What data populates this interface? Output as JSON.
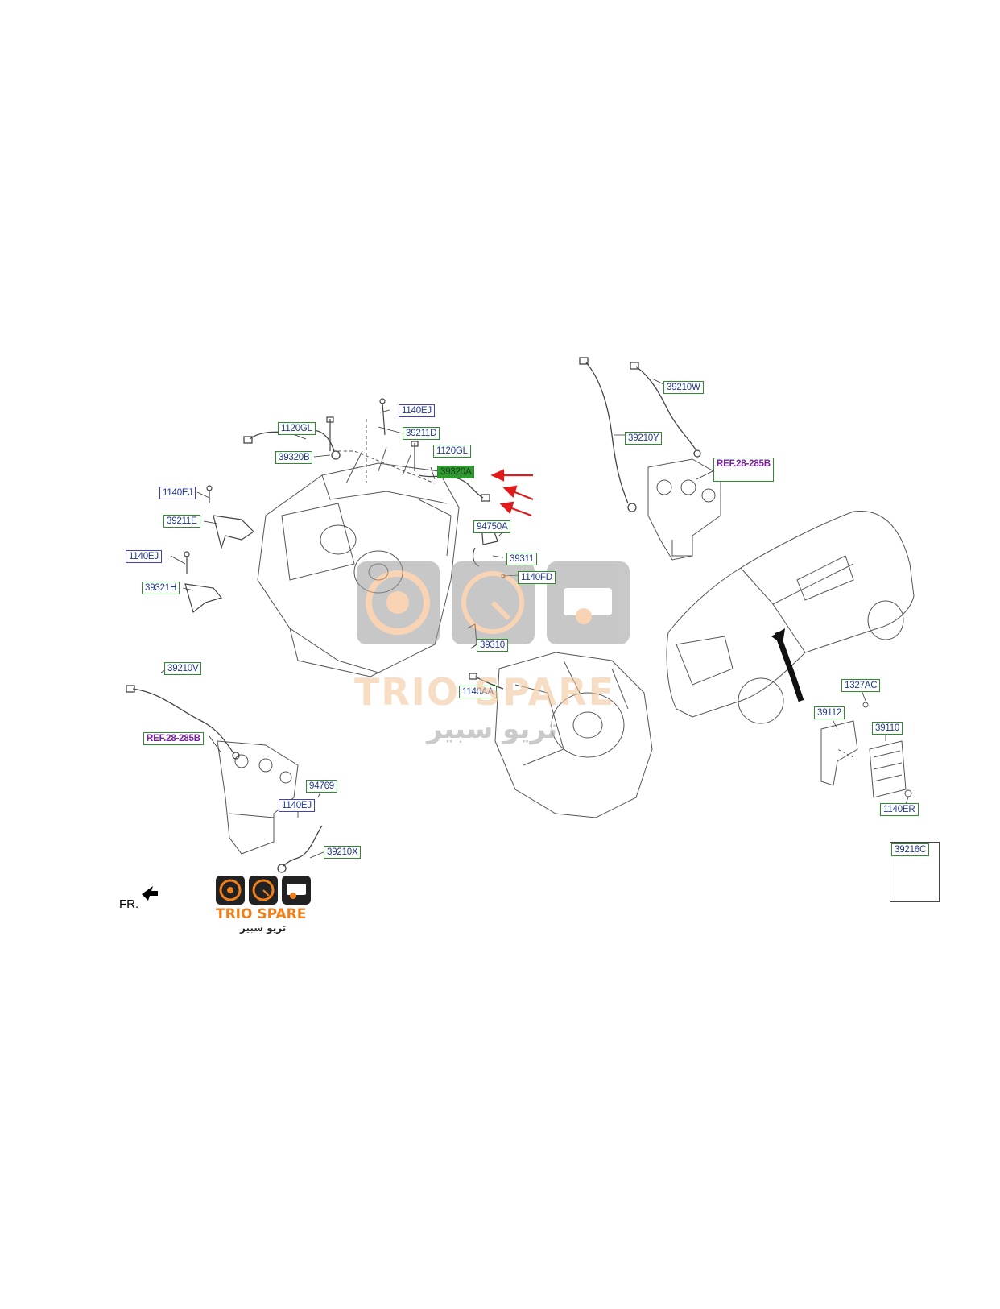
{
  "labels": {
    "p1140EJ_top": "1140EJ",
    "p39211D": "39211D",
    "p1120GL_left": "1120GL",
    "p1120GL_right": "1120GL",
    "p39320B": "39320B",
    "p39320A": "39320A",
    "p1140EJ_left1": "1140EJ",
    "p39211E": "39211E",
    "p1140EJ_left2": "1140EJ",
    "p39321H": "39321H",
    "p94750A": "94750A",
    "p39311": "39311",
    "p1140FD": "1140FD",
    "p39310": "39310",
    "p1140AA": "1140AA",
    "p39210W": "39210W",
    "p39210Y": "39210Y",
    "ref_right": "REF.28-285B",
    "p39210V": "39210V",
    "ref_left": "REF.28-285B",
    "p94769": "94769",
    "p1140EJ_bottom": "1140EJ",
    "p39210X": "39210X",
    "p1327AC": "1327AC",
    "p39112": "39112",
    "p39110": "39110",
    "p1140ER": "1140ER",
    "p39216C": "39216C"
  },
  "front_marker": "FR.",
  "watermark": {
    "brand": "TRIO SPARE",
    "brand_arabic": "تريو سبير"
  },
  "logo": {
    "brand": "TRIO SPARE",
    "brand_arabic": "تريو سبير"
  },
  "colors": {
    "label_green_border": "#2e8b2e",
    "label_blue_border": "#4040c0",
    "label_text": "#1f3a8a",
    "ref_text": "#7a1fa0",
    "highlight_fill": "#2e9b2e",
    "arrow_red": "#e01b1b",
    "brand_orange": "#f07f1a"
  },
  "icons": [
    "engine-block",
    "transmission",
    "exhaust-manifold",
    "oxygen-sensor",
    "knock-sensor",
    "ecu-module",
    "suv-vehicle",
    "pointer-arrow-icon",
    "front-direction-icon"
  ]
}
